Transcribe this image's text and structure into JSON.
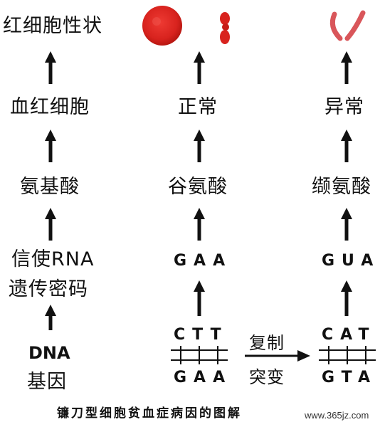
{
  "left_column": {
    "trait": "红细胞性状",
    "rbc": "血红细胞",
    "amino_acid": "氨基酸",
    "mrna_line1": "信使RNA",
    "mrna_line2": "遗传密码",
    "dna_line1": "DNA",
    "dna_line2": "基因"
  },
  "middle_column": {
    "status": "正常",
    "amino_acid": "谷氨酸",
    "codon": "GAA",
    "dna_top": "CTT",
    "dna_bottom": "GAA"
  },
  "right_column": {
    "status": "异常",
    "amino_acid": "缬氨酸",
    "codon": "GUA",
    "dna_top": "CAT",
    "dna_bottom": "GTA"
  },
  "mutation": {
    "line1": "复制",
    "line2": "突变"
  },
  "caption": "镰刀型细胞贫血症病因的图解",
  "watermark": "www.365jz.com",
  "colors": {
    "cell_red": "#d8231e",
    "sickle_red": "#d9565a",
    "ink": "#111111"
  }
}
